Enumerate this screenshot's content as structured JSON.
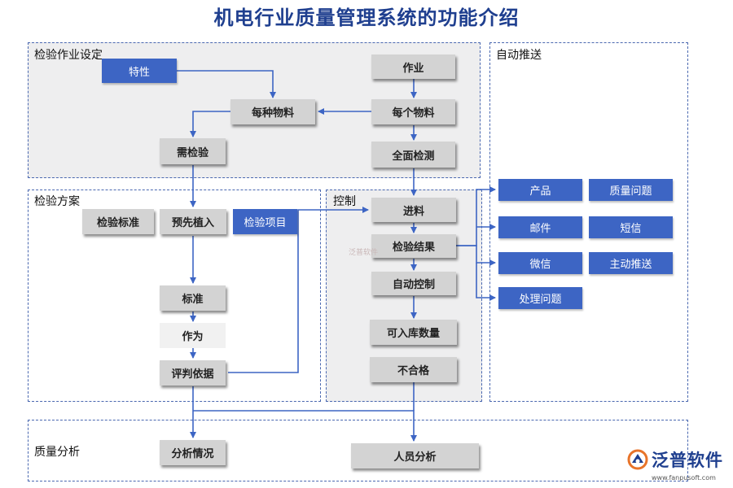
{
  "title": "机电行业质量管理系统的功能介绍",
  "sections": {
    "setup": "检验作业设定",
    "plan": "检验方案",
    "control": "控制",
    "auto_push": "自动推送",
    "analysis": "质量分析"
  },
  "nodes": {
    "tezheng": "特性",
    "meizhong_wuliao": "每种物料",
    "zuoye": "作业",
    "meige_wuliao": "每个物料",
    "xu_jianyan": "需检验",
    "quanmian_jiance": "全面检测",
    "jianyan_biaozhun": "检验标准",
    "yuxian_zhiru": "预先植入",
    "jianyan_xiangmu": "检验项目",
    "biaozhun": "标准",
    "zuowei": "作为",
    "pingpan_yiju": "评判依据",
    "jinliao": "进料",
    "jianyan_jieguo": "检验结果",
    "zidong_kongzhi": "自动控制",
    "keruku_shuliang": "可入库数量",
    "buhege": "不合格",
    "chanpin": "产品",
    "zhiliang_wenti": "质量问题",
    "youjian": "邮件",
    "duanxin": "短信",
    "weixin": "微信",
    "zhudong_tuisong": "主动推送",
    "chuli_wenti": "处理问题",
    "fenxi_qingkuang": "分析情况",
    "renyuan_fenxi": "人员分析"
  },
  "watermark": "泛普软件",
  "logo": {
    "name": "泛普软件",
    "url": "www.fanpusoft.com"
  },
  "colors": {
    "title": "#1f3f8f",
    "section_border": "#4a68b0",
    "blue_box": "#3d65c4",
    "gray_box": "#d3d3d3",
    "arrow": "#3d65c4",
    "logo_orange": "#e8742a"
  }
}
